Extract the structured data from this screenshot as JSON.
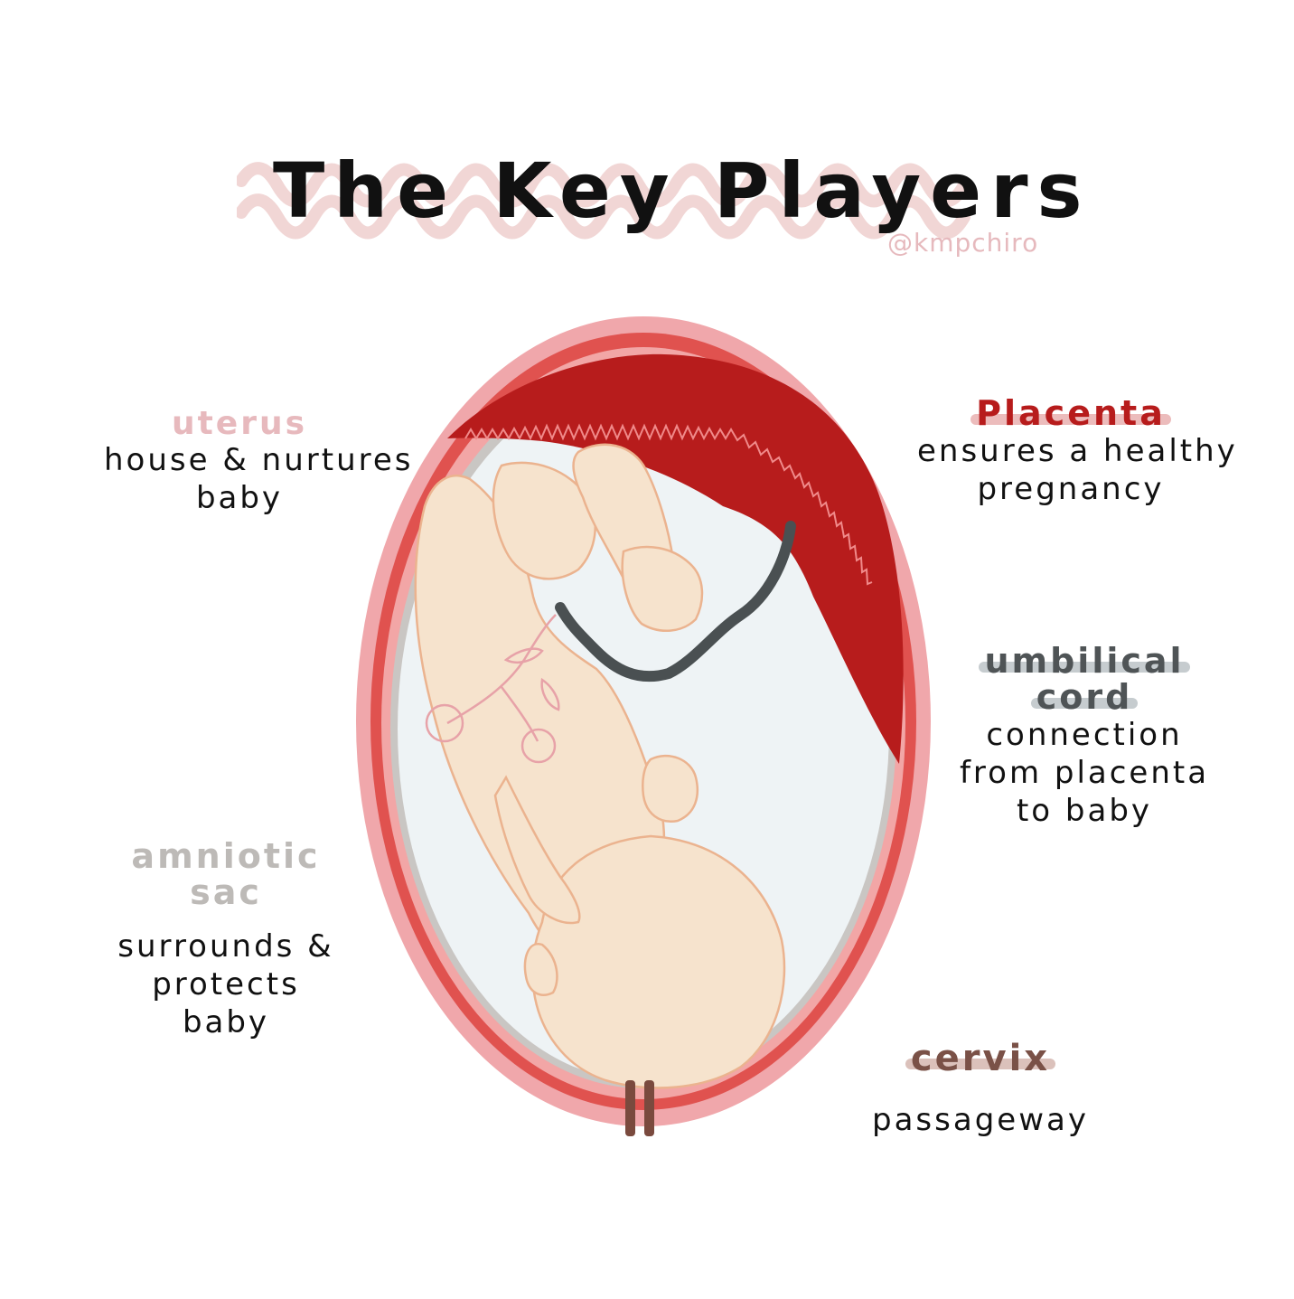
{
  "title": "The Key Players",
  "handle": "@kmpchiro",
  "labels": {
    "uterus": {
      "name": "uterus",
      "desc": [
        "house & nurtures",
        "baby"
      ]
    },
    "placenta": {
      "name": "Placenta",
      "desc": [
        "ensures a healthy",
        "pregnancy"
      ]
    },
    "umbilical_cord": {
      "name": [
        "umbilical",
        "cord"
      ],
      "desc": [
        "connection",
        "from placenta",
        "to baby"
      ]
    },
    "amniotic_sac": {
      "name": [
        "amniotic",
        "sac"
      ],
      "desc": [
        "surrounds &",
        "protects",
        "baby"
      ]
    },
    "cervix": {
      "name": "cervix",
      "desc": [
        "passageway"
      ]
    }
  },
  "colors": {
    "uterus_outer": "#f0a7ab",
    "uterus_wall": "#e0524f",
    "placenta": "#b71c1c",
    "amniotic_fluid": "#eef3f5",
    "amniotic_rim": "#c9c6c3",
    "baby_skin": "#f6e3cd",
    "baby_outline": "#ebb38f",
    "cord": "#4a5052",
    "cervix": "#7a4a3e",
    "label_uterus": "#e7b9bd",
    "label_placenta": "#b71c1c",
    "label_cord": "#4f5456",
    "label_sac": "#bdbab7",
    "label_cervix": "#7a5147"
  }
}
